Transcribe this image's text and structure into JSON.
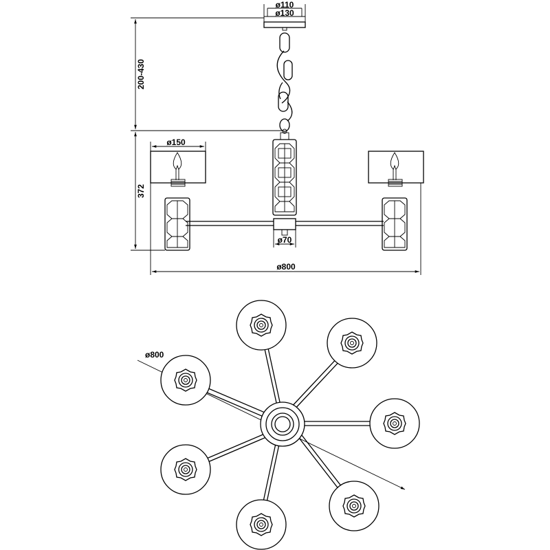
{
  "dimensions": {
    "canopy_inner": "ø110",
    "canopy_outer": "ø130",
    "chain_height": "200-430",
    "body_height": "372",
    "shade_diameter": "ø150",
    "center_diameter": "ø70",
    "total_diameter": "ø800",
    "plan_diameter": "ø800"
  }
}
